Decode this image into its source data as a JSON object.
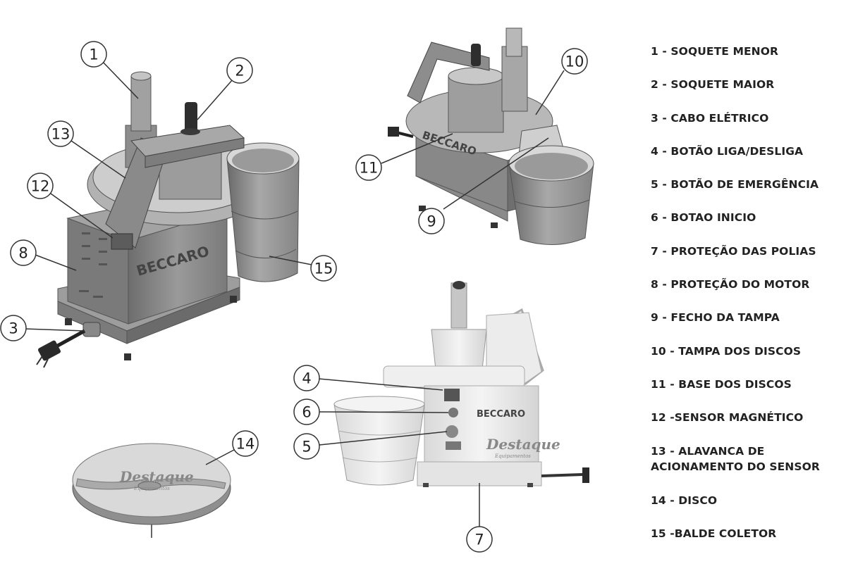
{
  "legend": [
    {
      "text": "1 - SOQUETE MENOR"
    },
    {
      "text": "2 - SOQUETE MAIOR"
    },
    {
      "text": "3 - CABO ELÉTRICO"
    },
    {
      "text": "4 - BOTÃO LIGA/DESLIGA"
    },
    {
      "text": "5 - BOTÃO DE EMERGÊNCIA"
    },
    {
      "text": "6 - BOTAO INICIO"
    },
    {
      "text": "7 - PROTEÇÃO DAS POLIAS"
    },
    {
      "text": "8 - PROTEÇÃO DO MOTOR"
    },
    {
      "text": "9 - FECHO DA TAMPA"
    },
    {
      "text": "10 - TAMPA DOS DISCOS"
    },
    {
      "text": "11 - BASE DOS DISCOS"
    },
    {
      "text": "12 -SENSOR MAGNÉTICO"
    },
    {
      "text": "13 - ALAVANCA DE ACIONAMENTO DO SENSOR"
    },
    {
      "text": "14 - DISCO"
    },
    {
      "text": "15 -BALDE COLETOR"
    }
  ],
  "callouts": {
    "c1": "1",
    "c2": "2",
    "c3": "3",
    "c4": "4",
    "c5": "5",
    "c6": "6",
    "c7": "7",
    "c8": "8",
    "c9": "9",
    "c10": "10",
    "c11": "11",
    "c12": "12",
    "c13": "13",
    "c14": "14",
    "c15": "15"
  },
  "brand": "BECCARO",
  "watermark": {
    "title": "Destaque",
    "subtitle": "Equipamentos"
  },
  "colors": {
    "machine": "#8e8e8e",
    "machine_dark": "#5f5f5f",
    "machine_light": "#c9c9c9",
    "line": "#333333"
  }
}
